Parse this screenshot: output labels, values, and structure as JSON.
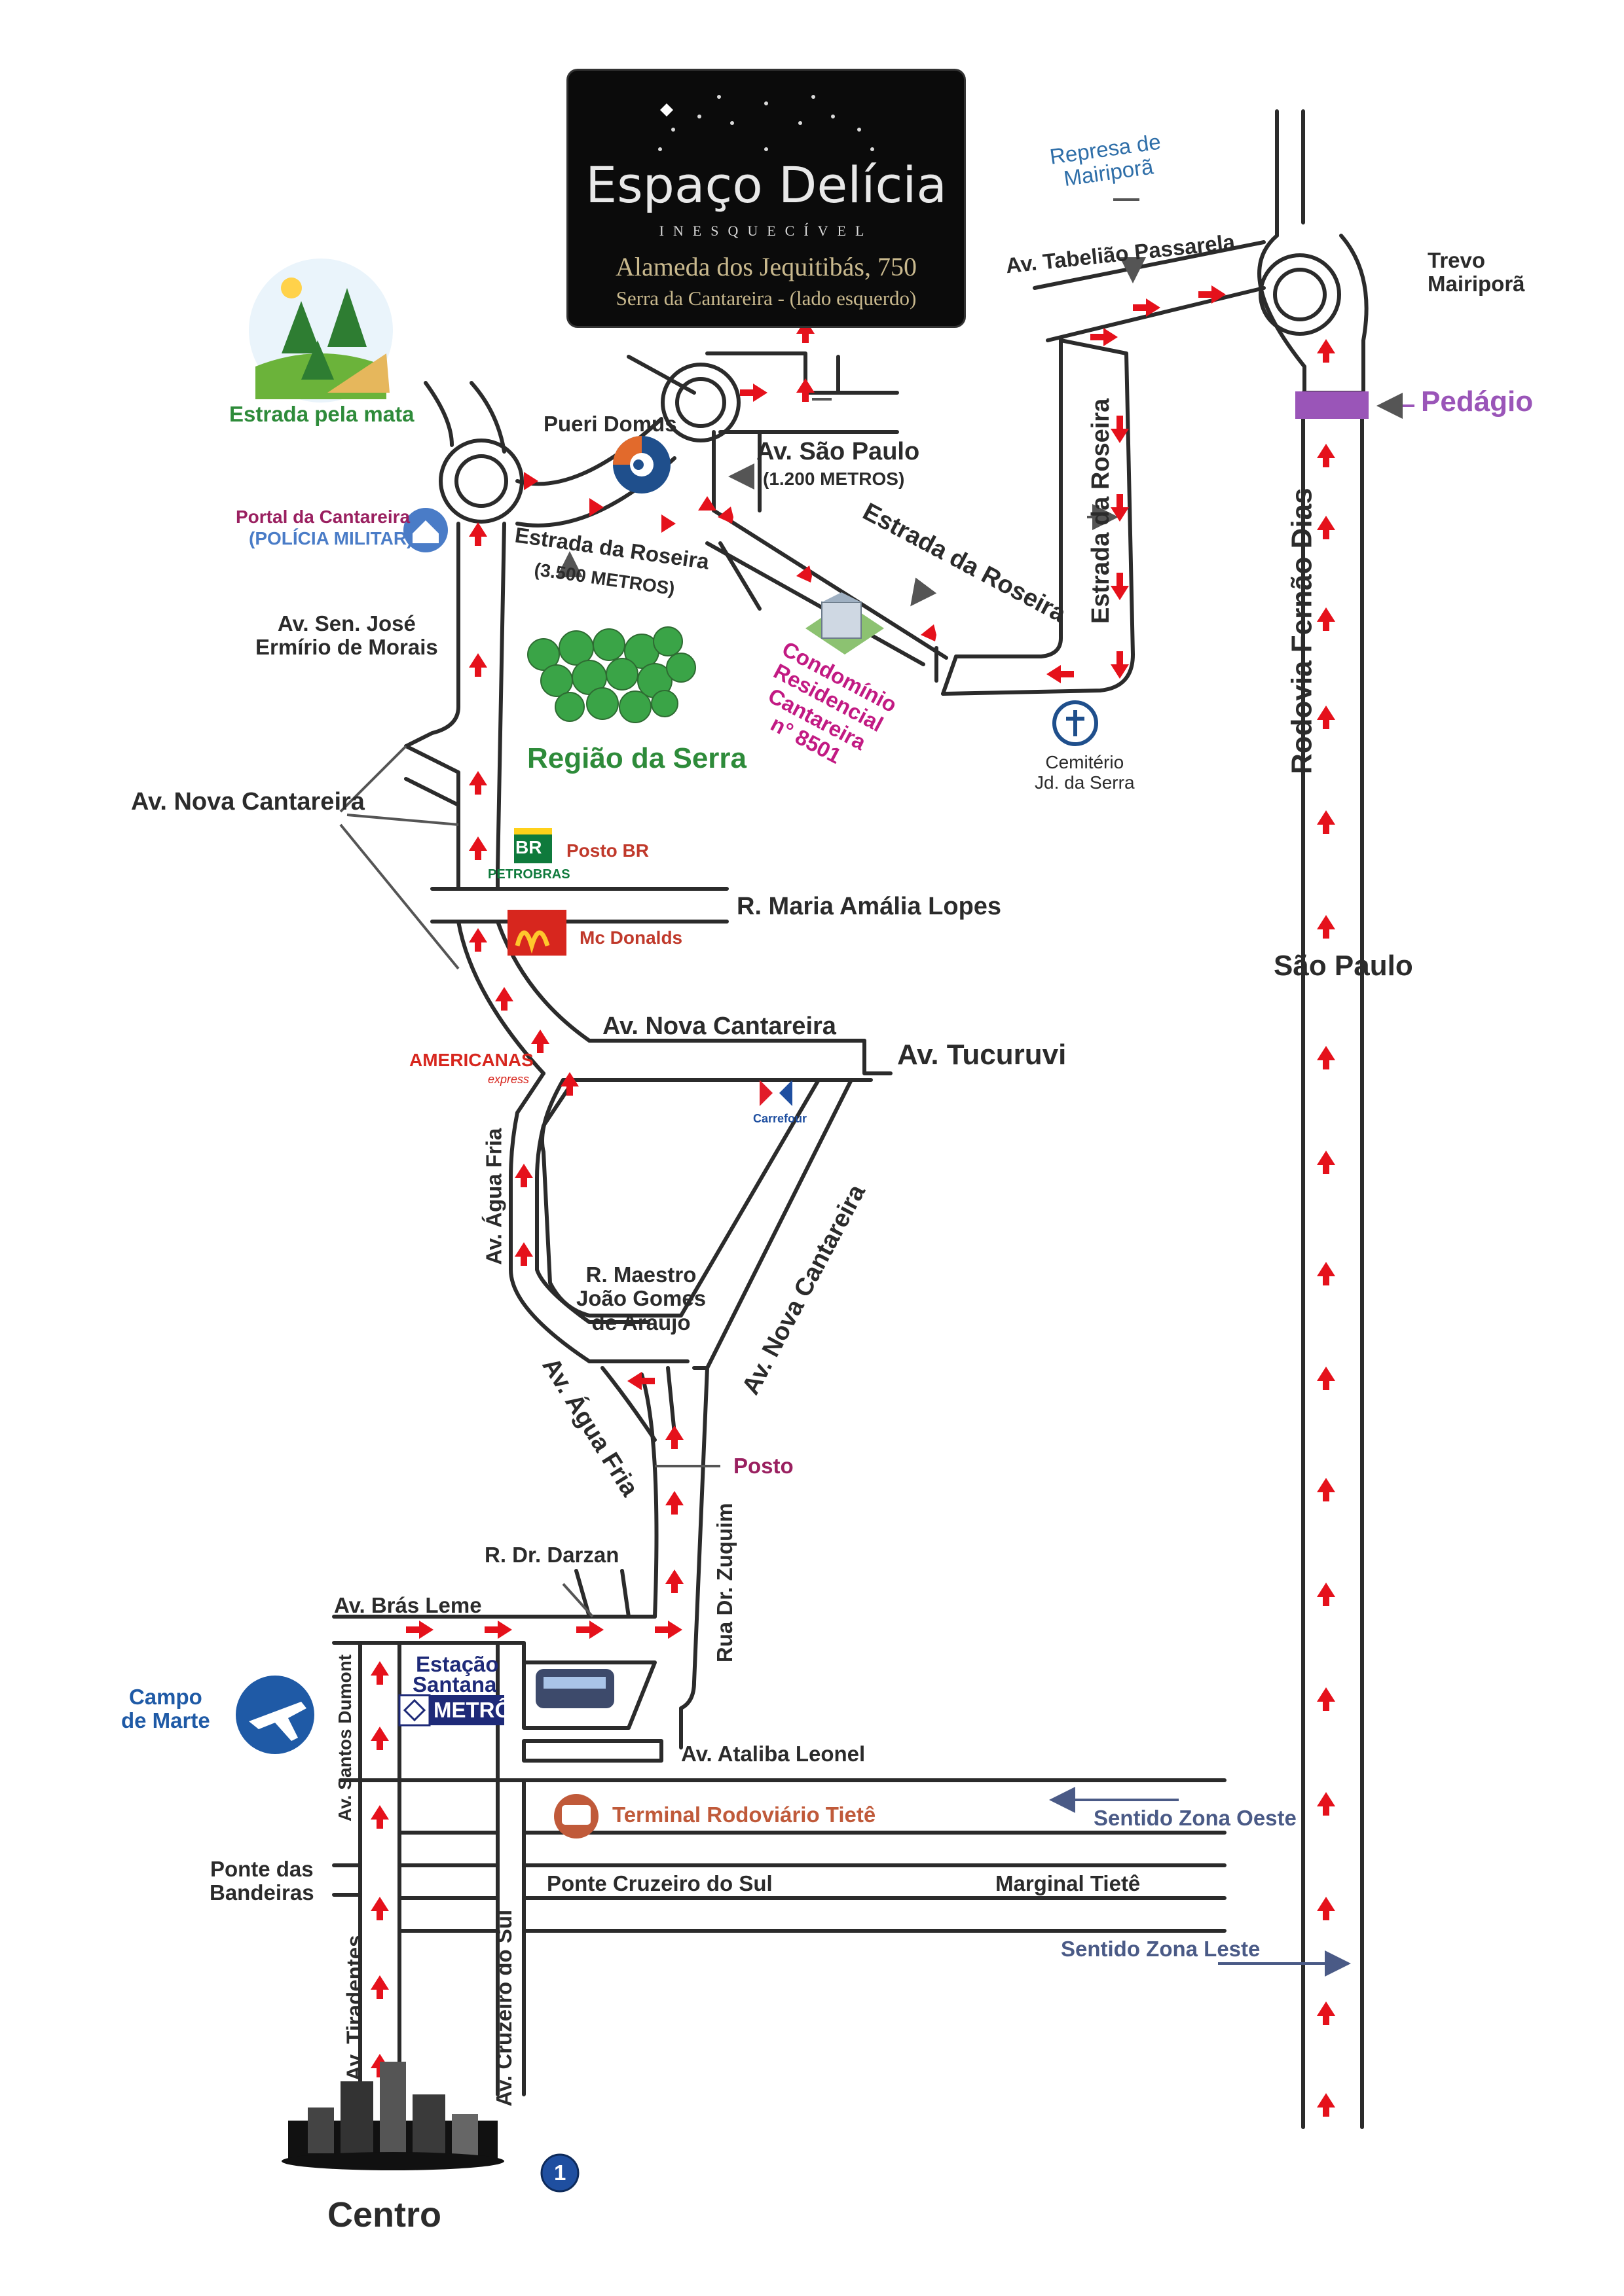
{
  "logo": {
    "name": "Espaço Delícia",
    "tagline": "INESQUECÍVEL",
    "address": "Alameda dos Jequitibás, 750",
    "area": "Serra da Cantareira - (lado esquerdo)"
  },
  "colors": {
    "road": "#2b2b2b",
    "arrow": "#e5111b",
    "green": "#2e8b3a",
    "magenta": "#c21a83",
    "purple": "#9a55b8",
    "blue": "#1f4f8c",
    "orange": "#e26a2c",
    "water": "#2e6ea8"
  },
  "labels": {
    "represa": "Represa de\nMairiporã",
    "tabeliao": "Av. Tabelião Passarela",
    "trevo": "Trevo\nMairiporã",
    "pedagio": "Pedágio",
    "estrada_mata": "Estrada pela mata",
    "pueri": "Pueri Domus",
    "sao_paulo_av": "Av. São Paulo",
    "sao_paulo_dist": "(1.200 METROS)",
    "portal_1": "Portal da Cantareira",
    "portal_2": "(POLÍCIA MILITAR)",
    "roseira_1": "Estrada da Roseira",
    "roseira_1_dist": "(3.500 METROS)",
    "roseira_2": "Estrada da Roseira",
    "roseira_3": "Estrada da Roseira",
    "sen_jose": "Av. Sen. José\nErmírio de Morais",
    "regiao_serra": "Região da Serra",
    "condominio": "Condomínio\nResidencial\nCantareira\nn° 8501",
    "cemiterio": "Cemitério\nJd. da Serra",
    "rodovia": "Rodovia Fernão Dias",
    "sao_paulo": "São Paulo",
    "nova_cantareira_1": "Av. Nova Cantareira",
    "posto_br": "Posto BR",
    "petrobras": "PETROBRAS",
    "br": "BR",
    "maria_amalia": "R. Maria Amália Lopes",
    "mcdonalds": "Mc Donalds",
    "nova_cantareira_2": "Av. Nova Cantareira",
    "tucuruvi": "Av. Tucuruvi",
    "americanas": "AMERICANAS",
    "americanas_sub": "express",
    "carrefour": "Carrefour",
    "agua_fria_1": "Av. Água Fria",
    "maestro": "R. Maestro\nJoão Gomes\nde Araújo",
    "nova_cantareira_3": "Av. Nova Cantareira",
    "agua_fria_2": "Av. Água Fria",
    "posto": "Posto",
    "zuquim": "Rua Dr. Zuquim",
    "darzan": "R. Dr. Darzan",
    "bras_leme": "Av. Brás Leme",
    "estacao_1": "Estação",
    "estacao_2": "Santana",
    "metro": "METRÔ",
    "campo_marte": "Campo\nde Marte",
    "santos_dumont": "Av. Santos Dumont",
    "ataliba": "Av. Ataliba Leonel",
    "terminal": "Terminal Rodoviário Tietê",
    "zona_oeste": "Sentido Zona Oeste",
    "ponte_bandeiras": "Ponte das\nBandeiras",
    "ponte_cruzeiro": "Ponte Cruzeiro do Sul",
    "marginal": "Marginal Tietê",
    "zona_leste": "Sentido Zona Leste",
    "tiradentes": "Av. Tiradentes",
    "cruzeiro_sul": "Av. Cruzeiro do Sul",
    "centro": "Centro",
    "badge": "1"
  }
}
